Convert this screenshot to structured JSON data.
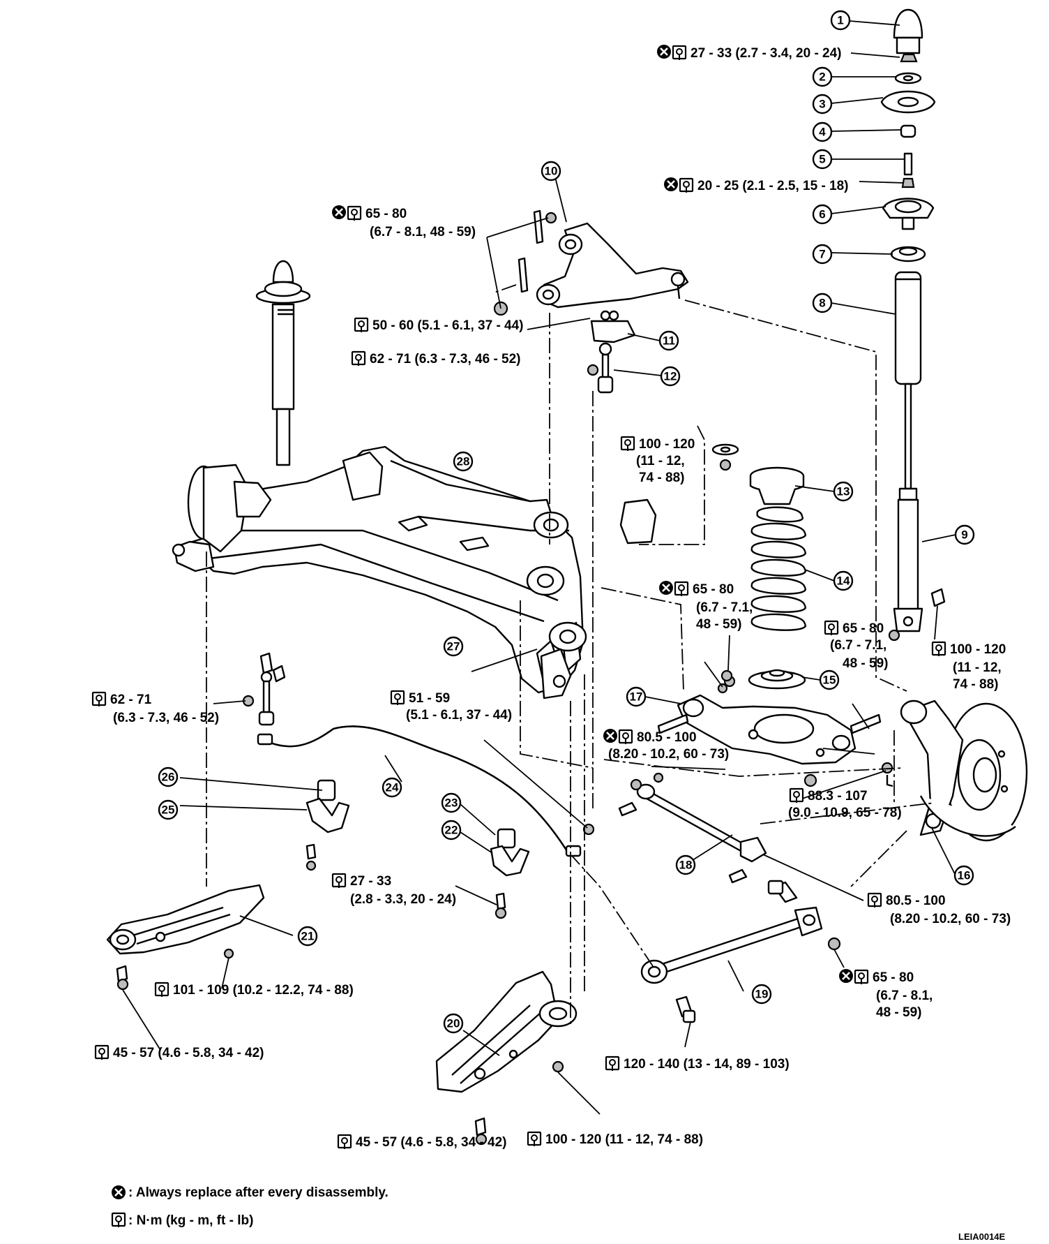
{
  "callouts": [
    "1",
    "2",
    "3",
    "4",
    "5",
    "6",
    "7",
    "8",
    "9",
    "10",
    "11",
    "12",
    "13",
    "14",
    "15",
    "16",
    "17",
    "18",
    "19",
    "20",
    "21",
    "22",
    "23",
    "24",
    "25",
    "26",
    "27",
    "28"
  ],
  "torque_specs": {
    "s01": "27 - 33 (2.7 - 3.4, 20 - 24)",
    "s02": "20 - 25 (2.1 - 2.5, 15 - 18)",
    "s03a": "65 - 80",
    "s03b": "(6.7 - 8.1, 48 - 59)",
    "s04": "50 - 60 (5.1 - 6.1, 37 - 44)",
    "s05": "62 - 71 (6.3 - 7.3, 46 - 52)",
    "s06a": "100 - 120",
    "s06b": "(11 - 12,",
    "s06c": "74 - 88)",
    "s07a": "65 - 80",
    "s07b": "(6.7 - 7.1,",
    "s07c": "48 - 59)",
    "s08a": "65 - 80",
    "s08b": "(6.7 - 7.1,",
    "s08c": "48 - 59)",
    "s09a": "100 - 120",
    "s09b": "(11 - 12,",
    "s09c": "74 - 88)",
    "s10a": "62 - 71",
    "s10b": "(6.3 - 7.3, 46 - 52)",
    "s11a": "51 - 59",
    "s11b": "(5.1 - 6.1, 37 - 44)",
    "s12a": "80.5 - 100",
    "s12b": "(8.20 - 10.2, 60 - 73)",
    "s13a": "88.3 - 107",
    "s13b": "(9.0 - 10.9, 65 - 78)",
    "s14a": "27 - 33",
    "s14b": "(2.8 - 3.3, 20 - 24)",
    "s15a": "80.5 - 100",
    "s15b": "(8.20 - 10.2, 60 - 73)",
    "s16a": "65 - 80",
    "s16b": "(6.7 - 8.1,",
    "s16c": "48 - 59)",
    "s17": "101 - 109 (10.2 - 12.2, 74 - 88)",
    "s18": "120 - 140 (13 - 14, 89 - 103)",
    "s19": "45 - 57 (4.6 - 5.8, 34 - 42)",
    "s20": "45 - 57 (4.6 - 5.8, 34 - 42)",
    "s21": "100 - 120 (11 - 12, 74 - 88)"
  },
  "legend": {
    "replace": ": Always replace after every disassembly.",
    "torque_unit": ": N·m (kg - m, ft - lb)"
  },
  "figure_id": "LEIA0014E"
}
